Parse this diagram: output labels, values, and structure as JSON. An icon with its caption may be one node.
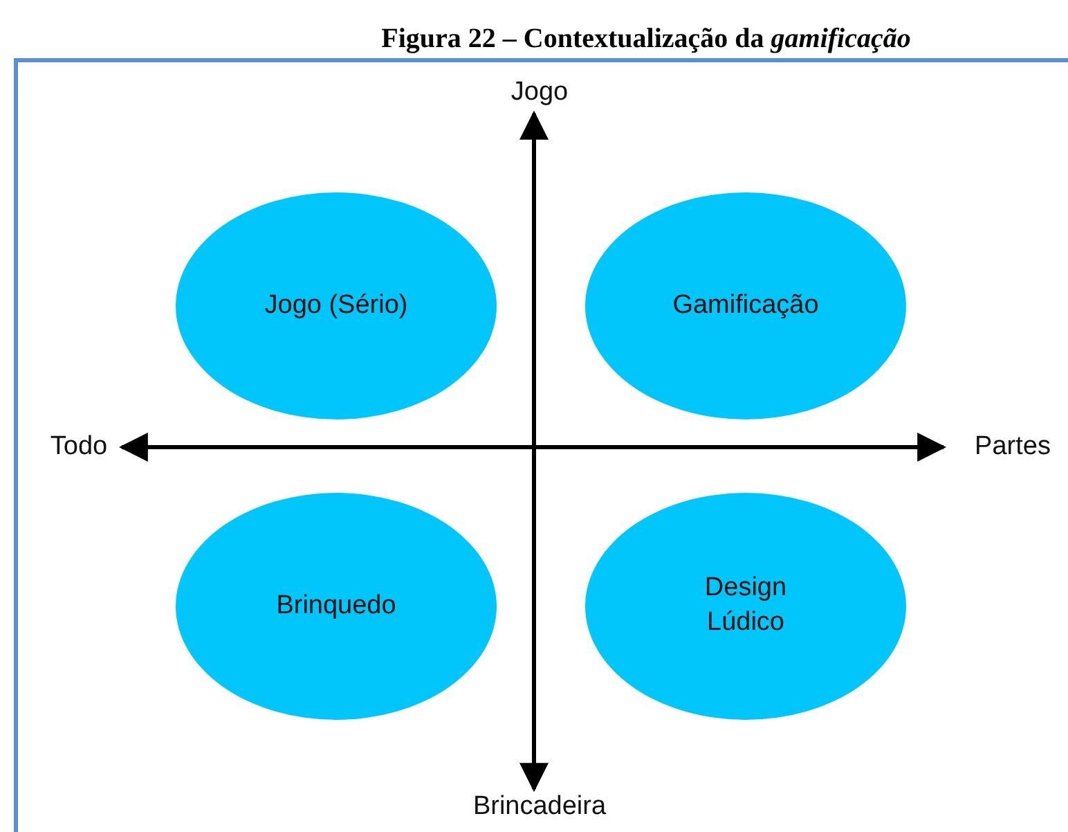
{
  "diagram": {
    "title": "Figura 22 – Contextualização da *gamificação*",
    "nodes": [
      {
        "text": [
          "Jogo (Sério)"
        ]
      },
      {
        "text": [
          "Gamificação"
        ]
      },
      {
        "text": [
          "Brinquedo"
        ]
      },
      {
        "text": [
          "Design Lúdico"
        ]
      }
    ],
    "labels": [
      "Jogo",
      "Todo",
      "Partes",
      "Brincadeira"
    ]
  }
}
